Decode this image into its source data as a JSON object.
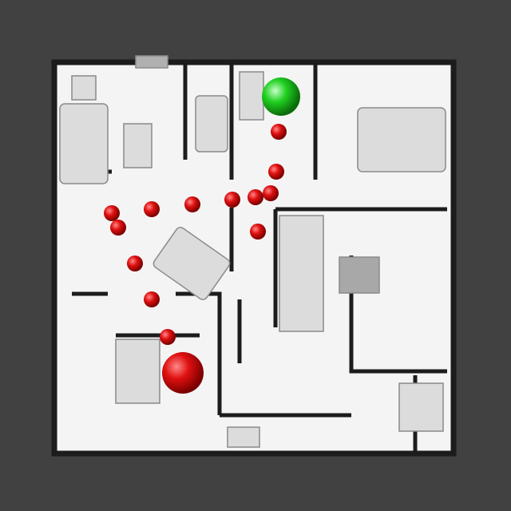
{
  "colors": {
    "background": "#414141",
    "floor": "#f4f4f4",
    "wall": "#1c1c1c",
    "furniture": "#d9d9d9",
    "waypoint": "#e01010",
    "goal_marker": "#e01010",
    "start_marker": "#20d020"
  },
  "markers": {
    "start": {
      "type": "start",
      "color_key": "start_marker"
    },
    "goal": {
      "type": "goal",
      "color_key": "goal_marker"
    },
    "waypoint_count": 13
  }
}
